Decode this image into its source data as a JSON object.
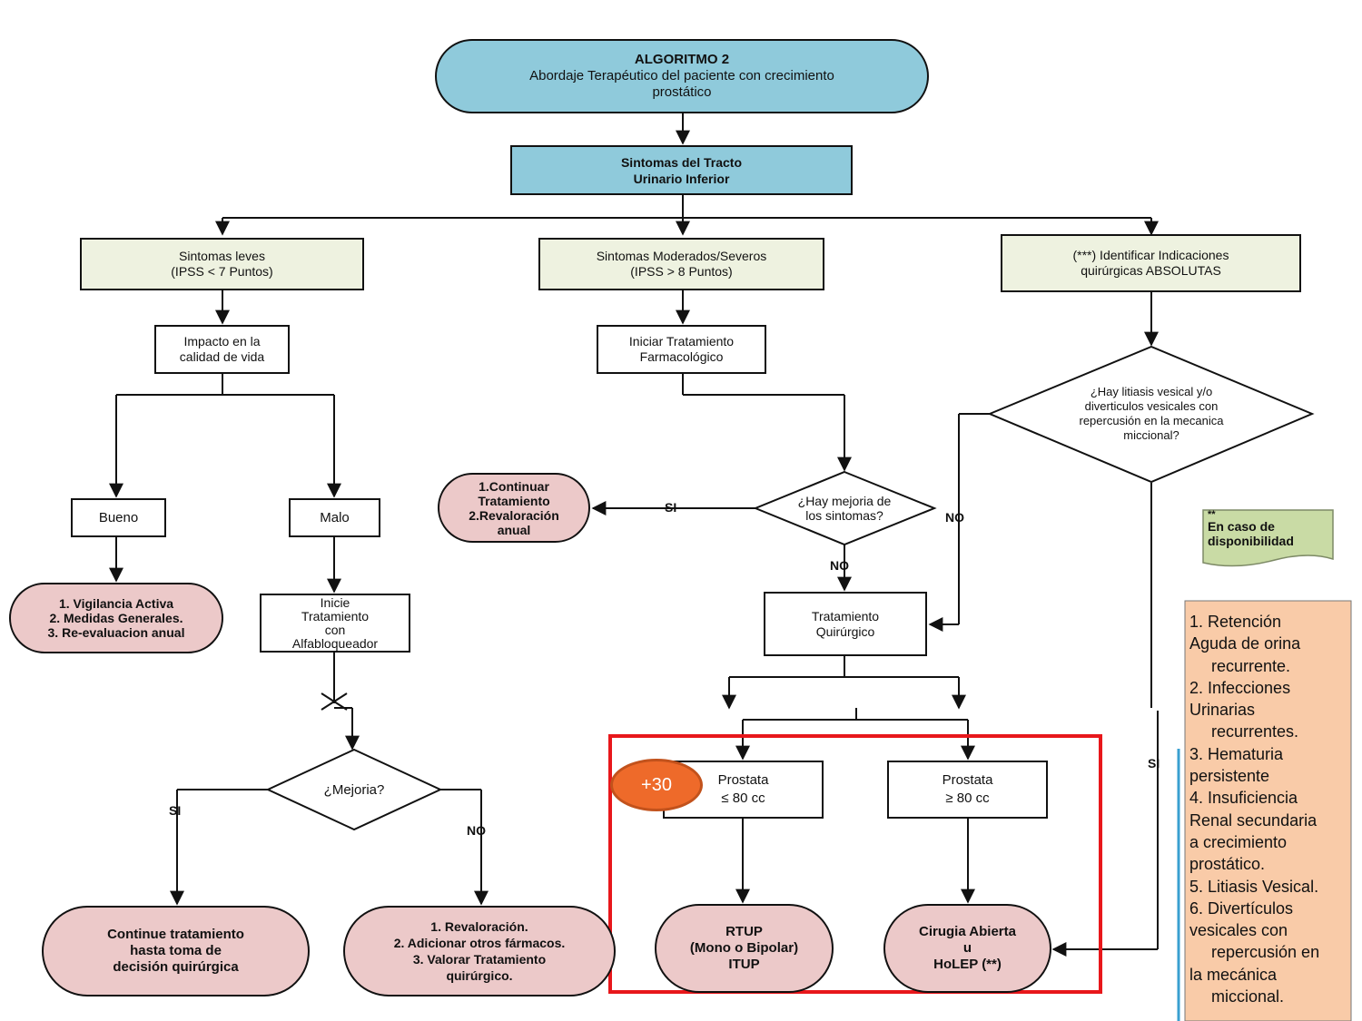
{
  "title": {
    "line1": "ALGORITMO 2",
    "line2": "Abordaje Terapéutico del paciente con crecimiento",
    "line3": "prostático"
  },
  "nodes": {
    "sintomas_tracto": {
      "line1": "Sintomas del Tracto",
      "line2": "Urinario  Inferior"
    },
    "sintomas_leves": {
      "line1": "Sintomas leves",
      "line2": "(IPSS < 7 Puntos)"
    },
    "sintomas_moderados": {
      "line1": "Sintomas Moderados/Severos",
      "line2": "(IPSS > 8 Puntos)"
    },
    "indicaciones": {
      "line1": "(***) Identificar Indicaciones",
      "line2": "quirúrgicas ABSOLUTAS"
    },
    "impacto": {
      "line1": "Impacto en la",
      "line2": "calidad de vida"
    },
    "iniciar_farma": {
      "line1": "Iniciar Tratamiento",
      "line2": "Farmacológico"
    },
    "hay_litiasis": {
      "line1": "¿Hay litiasis vesical y/o",
      "line2": "diverticulos vesicales con",
      "line3": "repercusión en la mecanica",
      "line4": "miccional?"
    },
    "bueno": {
      "label": "Bueno"
    },
    "malo": {
      "label": "Malo"
    },
    "continuar": {
      "line1": "1.Continuar",
      "line2": "Tratamiento",
      "line3": "2.Revaloración",
      "line4": "anual"
    },
    "hay_mejoria": {
      "line1": "¿Hay mejoria de",
      "line2": "los sintomas?"
    },
    "vigilancia": {
      "line1": "1. Vigilancia Activa",
      "line2": "2. Medidas Generales.",
      "line3": "3. Re-evaluacion anual"
    },
    "inicie_alfa": {
      "line1": "Inicie",
      "line2": "Tratamiento",
      "line3": "con",
      "line4": "Alfabloqueador"
    },
    "trat_quirurgico": {
      "line1": "Tratamiento",
      "line2": "Quirúrgico"
    },
    "mejoria": {
      "label": "¿Mejoria?"
    },
    "prostata_menor": {
      "line1": "Prostata",
      "line2": "≤ 80 cc"
    },
    "prostata_mayor": {
      "line1": "Prostata",
      "line2": "≥ 80 cc"
    },
    "continue_trat": {
      "line1": "Continue tratamiento",
      "line2": "hasta toma de",
      "line3": "decisión quirúrgica"
    },
    "revaloracion": {
      "line1": "1. Revaloración.",
      "line2": "2. Adicionar otros fármacos.",
      "line3": "3. Valorar Tratamiento",
      "line4": "quirúrgico."
    },
    "rtup": {
      "line1": "RTUP",
      "line2": "(Mono o Bipolar)",
      "line3": "ITUP"
    },
    "cirugia": {
      "line1": "Cirugia Abierta",
      "line2": "u",
      "line3": "HoLEP (**)"
    }
  },
  "labels": {
    "si": "SI",
    "no": "NO"
  },
  "note": {
    "mark": "**",
    "line1": "En caso de",
    "line2": "disponibilidad"
  },
  "indications_list": {
    "l1": "1. Retención",
    "l2": "Aguda de orina",
    "l3": "recurrente.",
    "l4": "2. Infecciones",
    "l5": "Urinarias",
    "l6": "recurrentes.",
    "l7": "3. Hematuria",
    "l8": "persistente",
    "l9": "4. Insuficiencia",
    "l10": "Renal secundaria",
    "l11": "a crecimiento",
    "l12": "prostático.",
    "l13": "5. Litiasis Vesical.",
    "l14": "6. Divertículos",
    "l15": "vesicales con",
    "l16": "repercusión en",
    "l17": "la mecánica",
    "l18": "miccional."
  },
  "badge": {
    "text": "+30"
  },
  "colors": {
    "title_fill": "#8fcadb",
    "box_green": "#eef2e0",
    "pill_fill": "#ecc9c9",
    "highlight": "#e8171b",
    "badge": "#ee6a2a",
    "note_fill": "#c9dba5",
    "list_fill": "#f9cba8",
    "list_border": "#3aa0d0",
    "underline": "#d92a2a"
  }
}
